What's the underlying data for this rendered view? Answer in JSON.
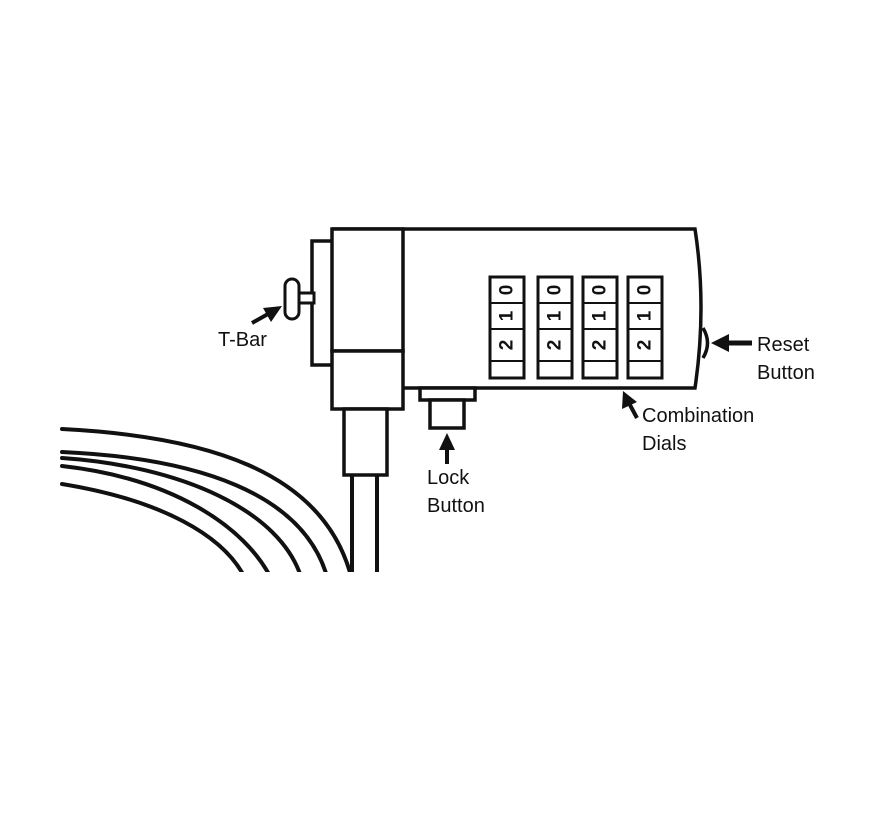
{
  "colors": {
    "ink": "#111111",
    "background": "#ffffff"
  },
  "labels": {
    "t_bar": "T-Bar",
    "reset_line1": "Reset",
    "reset_line2": "Button",
    "combination_line1": "Combination",
    "combination_line2": "Dials",
    "lock_line1": "Lock",
    "lock_line2": "Button"
  },
  "dials": [
    {
      "digits": [
        "0",
        "1",
        "2"
      ]
    },
    {
      "digits": [
        "0",
        "1",
        "2"
      ]
    },
    {
      "digits": [
        "0",
        "1",
        "2"
      ]
    },
    {
      "digits": [
        "0",
        "1",
        "2"
      ]
    }
  ]
}
